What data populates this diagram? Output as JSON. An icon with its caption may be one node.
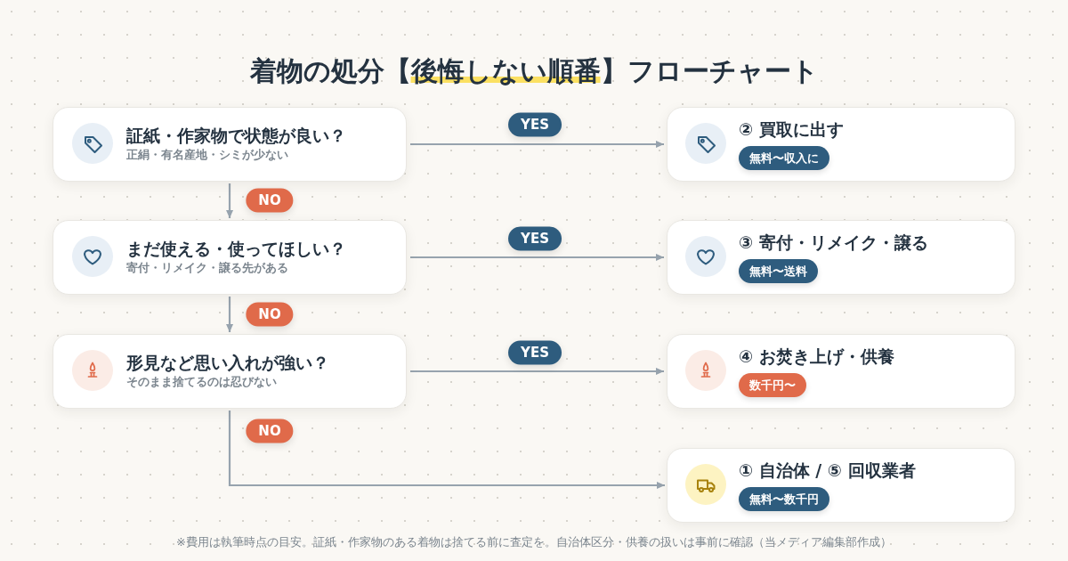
{
  "diagram": {
    "title": "着物の処分【後悔しない順番】フローチャート",
    "caption": "※費用は執筆時点の目安。証紙・作家物のある着物は捨てる前に査定を。自治体区分・供養の扱いは事前に確認（当メディア編集部作成）",
    "nodes": [
      {
        "text": [
          "証紙・作家物で状態が良い？",
          "正絹・有名産地・シミが少ない"
        ]
      },
      {
        "text": [
          "② 買取に出す",
          "無料〜収入に"
        ]
      },
      {
        "text": [
          "まだ使える・使ってほしい？",
          "寄付・リメイク・譲る先がある"
        ]
      },
      {
        "text": [
          "③ 寄付・リメイク・譲る",
          "無料〜送料"
        ]
      },
      {
        "text": [
          "形見など思い入れが強い？",
          "そのまま捨てるのは忍びない"
        ]
      },
      {
        "text": [
          "④ お焚き上げ・供養",
          "数千円〜"
        ]
      },
      {
        "text": [
          "① 自治体 / ⑤ 回収業者",
          "無料〜数千円"
        ]
      }
    ],
    "edges": [
      {
        "from": 0,
        "to": 1,
        "arrow": "to",
        "label": "YES"
      },
      {
        "from": 0,
        "to": 2,
        "arrow": "to",
        "label": "NO"
      },
      {
        "from": 2,
        "to": 3,
        "arrow": "to",
        "label": "YES"
      },
      {
        "from": 2,
        "to": 4,
        "arrow": "to",
        "label": "NO"
      },
      {
        "from": 4,
        "to": 5,
        "arrow": "to",
        "label": "YES"
      },
      {
        "from": 4,
        "to": 6,
        "arrow": "to",
        "label": "NO"
      }
    ]
  }
}
